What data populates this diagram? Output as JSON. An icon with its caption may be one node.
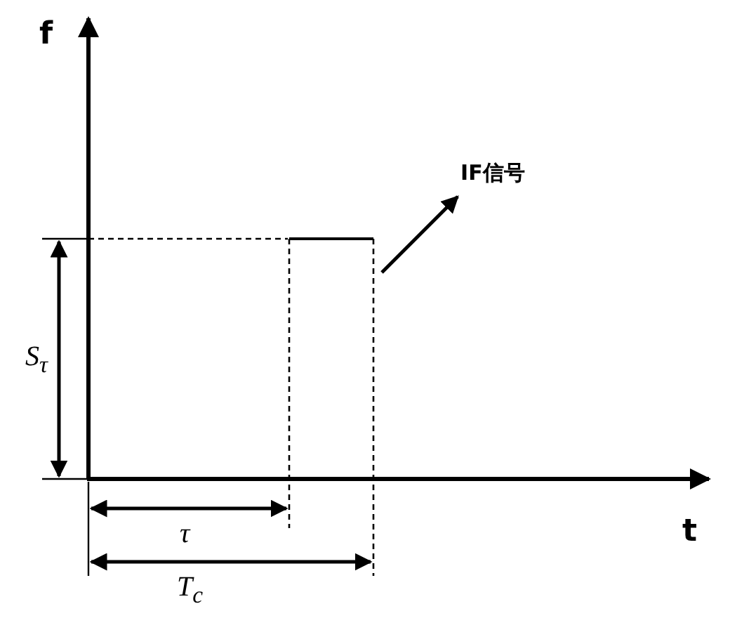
{
  "diagram": {
    "nodes": [
      {
        "text": [
          "IF信号"
        ]
      },
      {
        "text": [],
        "shape": "line"
      }
    ],
    "edges": [
      {
        "from": 1,
        "to": 0,
        "arrow": "to"
      }
    ],
    "labels": [
      "f",
      "t",
      "S$_{τ}$",
      "τ",
      "T$_{c}$"
    ]
  }
}
